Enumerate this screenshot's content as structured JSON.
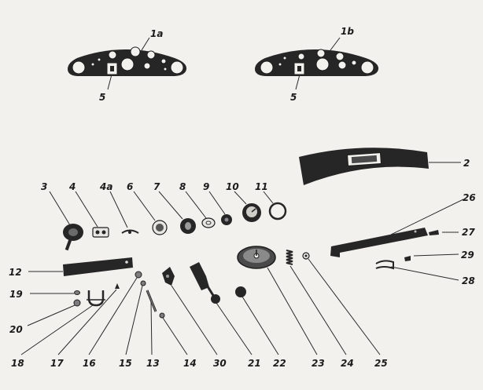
{
  "labels": {
    "l1a": "1a",
    "l1b": "1b",
    "l5a": "5",
    "l5b": "5",
    "l2": "2",
    "l3": "3",
    "l4": "4",
    "l4a": "4a",
    "l6": "6",
    "l7": "7",
    "l8": "8",
    "l9": "9",
    "l10": "10",
    "l11": "11",
    "l12": "12",
    "l13": "13",
    "l14": "14",
    "l15": "15",
    "l16": "16",
    "l17": "17",
    "l18": "18",
    "l19": "19",
    "l20": "20",
    "l21": "21",
    "l22": "22",
    "l23": "23",
    "l24": "24",
    "l25": "25",
    "l26": "26",
    "l27": "27",
    "l28": "28",
    "l29": "29",
    "l30": "30"
  }
}
